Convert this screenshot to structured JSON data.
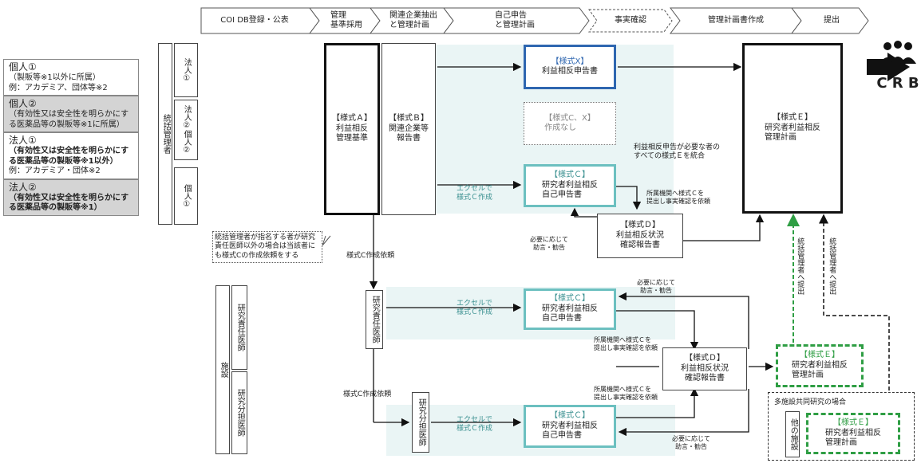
{
  "process": {
    "steps": [
      "COI DB登録・公表",
      "管理\n基準採用",
      "関連企業抽出\nと管理計画",
      "自己申告\nと管理計画",
      "事実確認",
      "管理計画書作成",
      "提出"
    ]
  },
  "legend": [
    {
      "title": "個人①",
      "body": "（製販等※1以外に所属）\n例：アカデミア、団体等※2"
    },
    {
      "title": "個人②",
      "body": "（有効性又は安全性を明らかにする医薬品等の製販等※1に所属）"
    },
    {
      "title": "法人①",
      "body": "（有効性又は安全性を明らかにする医薬品等の製販等※1以外）",
      "body2": "例：アカデミア・団体※2"
    },
    {
      "title": "法人②",
      "body": "（有効性又は安全性を明らかにする医薬品等の製販等※1）"
    }
  ],
  "side": {
    "tokatsu": "統括管理者",
    "hojin1": "法人①",
    "hojin2_kojin2": "法人②個人②",
    "kojin1": "個人①",
    "shisetsu": "施設",
    "sekinin": "研究責任医師",
    "buntan": "研究分担医師",
    "buntan_mid": "研究分担医師",
    "sekinin_mid": "研究責任医師"
  },
  "boxes": {
    "formA_t": "【様式Ａ】",
    "formA_b": "利益相反\n管理基準",
    "formB_t": "【様式Ｂ】",
    "formB_b": "関連企業等\n報告書",
    "formX_t": "【様式X】",
    "formX_b": "利益相反申告書",
    "formCX": "【様式C、X】\n作成なし",
    "formC_t": "【様式Ｃ】",
    "formC_b": "研究者利益相反\n自己申告書",
    "formD_t": "【様式Ｄ】",
    "formD_b": "利益相反状況\n確認報告書",
    "formE_t": "【様式Ｅ】",
    "formE_b": "研究者利益相反\n管理計画",
    "formE2_t": "【様式Ｅ】",
    "formE2_b": "研究者利益相反\n管理計画",
    "formE3_t": "【様式Ｅ】",
    "formE3_b": "研究者利益相反\n管理計画",
    "crb": "C R B"
  },
  "notes": {
    "integrate": "利益相反申告が必要な者の\nすべての様式Ｅを統合",
    "excel": "エクセルで\n様式Ｃ作成",
    "submit_c": "所属機関へ様式Ｃを\n提出し事実確認を依頼",
    "advice": "必要に応じて\n助言・勧告",
    "request": "様式C作成依頼",
    "callout": "統括管理者が指名する者が研究責任医師以外の場合は当該者にも様式Cの作成依頼をする",
    "to_manager": "統括管理者へ提出",
    "multi": "多施設共同研究の場合",
    "other": "他の施設"
  },
  "colors": {
    "blue": "#2e66b0",
    "teal": "#6cc0c0",
    "green": "#2f9e44",
    "dark": "#111111"
  }
}
